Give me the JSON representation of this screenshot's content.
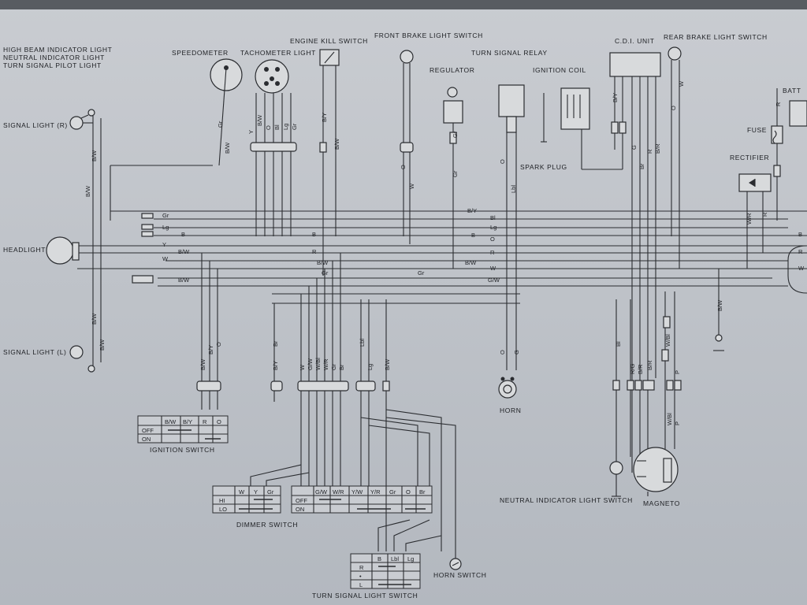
{
  "labels": {
    "high_beam": "HIGH BEAM INDICATOR LIGHT",
    "neutral_ind": "NEUTRAL INDICATOR LIGHT",
    "turn_pilot": "TURN SIGNAL PILOT LIGHT",
    "speedometer": "SPEEDOMETER",
    "tachometer": "TACHOMETER LIGHT",
    "engine_kill": "ENGINE KILL SWITCH",
    "front_brake": "FRONT BRAKE LIGHT SWITCH",
    "turn_relay": "TURN SIGNAL RELAY",
    "regulator": "REGULATOR",
    "ign_coil": "IGNITION COIL",
    "cdi": "C.D.I. UNIT",
    "rear_brake": "REAR BRAKE LIGHT SWITCH",
    "batt": "BATT",
    "fuse": "FUSE",
    "rectifier": "RECTIFIER",
    "spark_plug": "SPARK PLUG",
    "signal_r": "SIGNAL LIGHT (R)",
    "signal_l": "SIGNAL LIGHT (L)",
    "headlight": "HEADLIGHT",
    "horn": "HORN",
    "ign_switch": "IGNITION SWITCH",
    "dimmer": "DIMMER SWITCH",
    "turn_sw": "TURN SIGNAL LIGHT SWITCH",
    "horn_sw": "HORN SWITCH",
    "neutral_sw": "NEUTRAL INDICATOR LIGHT SWITCH",
    "magneto": "MAGNETO"
  },
  "ignition_switch": {
    "cols": [
      "B/W",
      "B/Y",
      "R",
      "O"
    ],
    "rows": [
      "OFF",
      "ON"
    ]
  },
  "dimmer_switch": {
    "cols": [
      "W",
      "Y",
      "Gr"
    ],
    "rows": [
      "HI",
      "LO"
    ]
  },
  "main_switch": {
    "cols": [
      "G/W",
      "W/R",
      "Y/W",
      "Y/R",
      "Gr",
      "O",
      "Br"
    ],
    "rows": [
      "OFF",
      "ON"
    ]
  },
  "turn_switch": {
    "cols": [
      "B",
      "Lbl",
      "Lg"
    ],
    "rows": [
      "R",
      "•",
      "L"
    ]
  },
  "bus_labels": [
    "B/Y",
    "Bl",
    "Lg",
    "B",
    "O",
    "R",
    "B/W",
    "W",
    "G/W",
    "Gr",
    "Y"
  ],
  "wire_codes": [
    "Gr",
    "B/W",
    "Y",
    "B/W",
    "O",
    "Bl",
    "Lg",
    "Gr",
    "R",
    "B/Y",
    "W",
    "Lbl",
    "G",
    "Br",
    "P",
    "W/Bl",
    "W/R",
    "R/G",
    "B/R",
    "B/R",
    "W/R",
    "B",
    "W"
  ]
}
